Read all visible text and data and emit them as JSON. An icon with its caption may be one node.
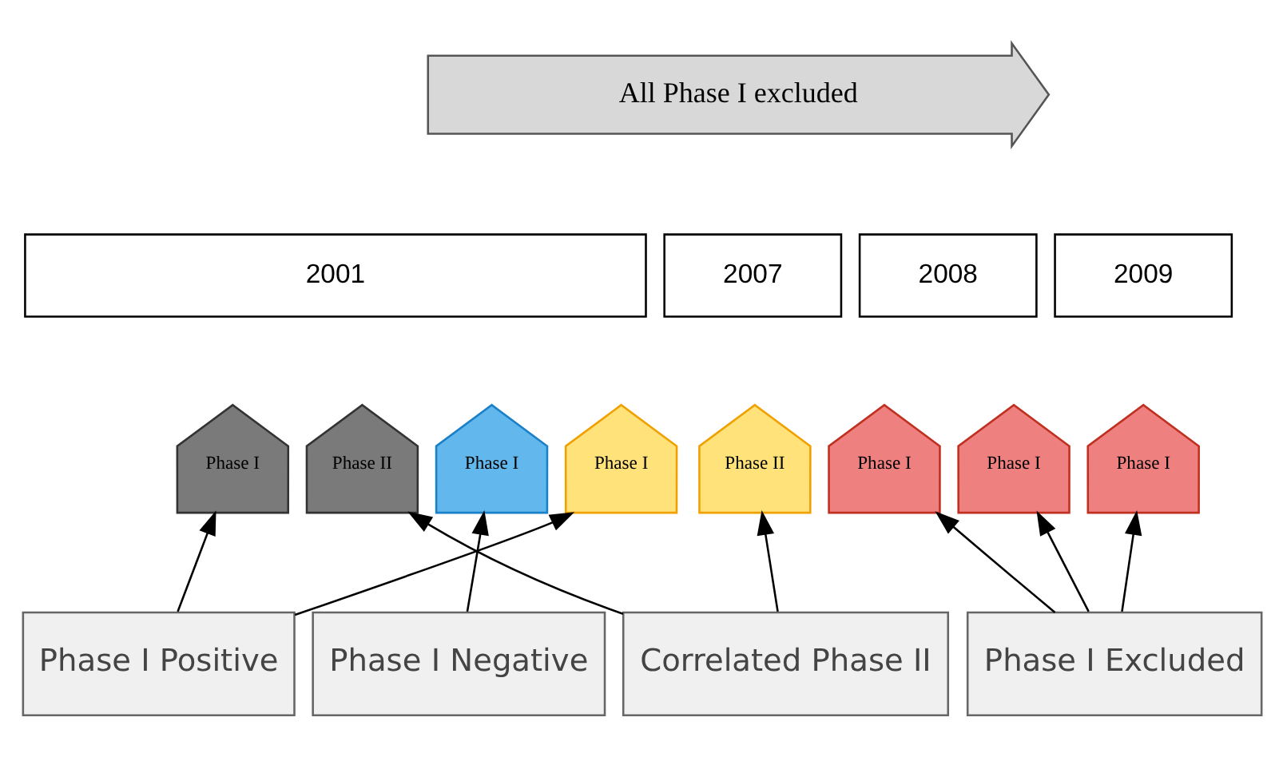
{
  "diagram": {
    "nodes": [
      {
        "text": [
          "All Phase I excluded"
        ]
      },
      {
        "text": [
          "2001"
        ]
      },
      {
        "text": [
          "2007"
        ]
      },
      {
        "text": [
          "2008"
        ]
      },
      {
        "text": [
          "2009"
        ]
      },
      {
        "text": [
          "Phase I"
        ]
      },
      {
        "text": [
          "Phase II"
        ]
      },
      {
        "text": [
          "Phase I"
        ]
      },
      {
        "text": [
          "Phase I"
        ]
      },
      {
        "text": [
          "Phase II"
        ]
      },
      {
        "text": [
          "Phase I"
        ]
      },
      {
        "text": [
          "Phase I"
        ]
      },
      {
        "text": [
          "Phase I"
        ]
      },
      {
        "text": [
          "Phase I Positive"
        ]
      },
      {
        "text": [
          "Phase I Negative"
        ]
      },
      {
        "text": [
          "Correlated Phase II"
        ]
      },
      {
        "text": [
          "Phase I Excluded"
        ]
      }
    ],
    "edges": [
      {
        "from": 13,
        "to": 5,
        "arrow": "to"
      },
      {
        "from": 13,
        "to": 8,
        "arrow": "to"
      },
      {
        "from": 14,
        "to": 7,
        "arrow": "to"
      },
      {
        "from": 15,
        "to": 6,
        "arrow": "to"
      },
      {
        "from": 15,
        "to": 9,
        "arrow": "to"
      },
      {
        "from": 16,
        "to": 10,
        "arrow": "to"
      },
      {
        "from": 16,
        "to": 11,
        "arrow": "to"
      },
      {
        "from": 16,
        "to": 12,
        "arrow": "to"
      }
    ]
  }
}
